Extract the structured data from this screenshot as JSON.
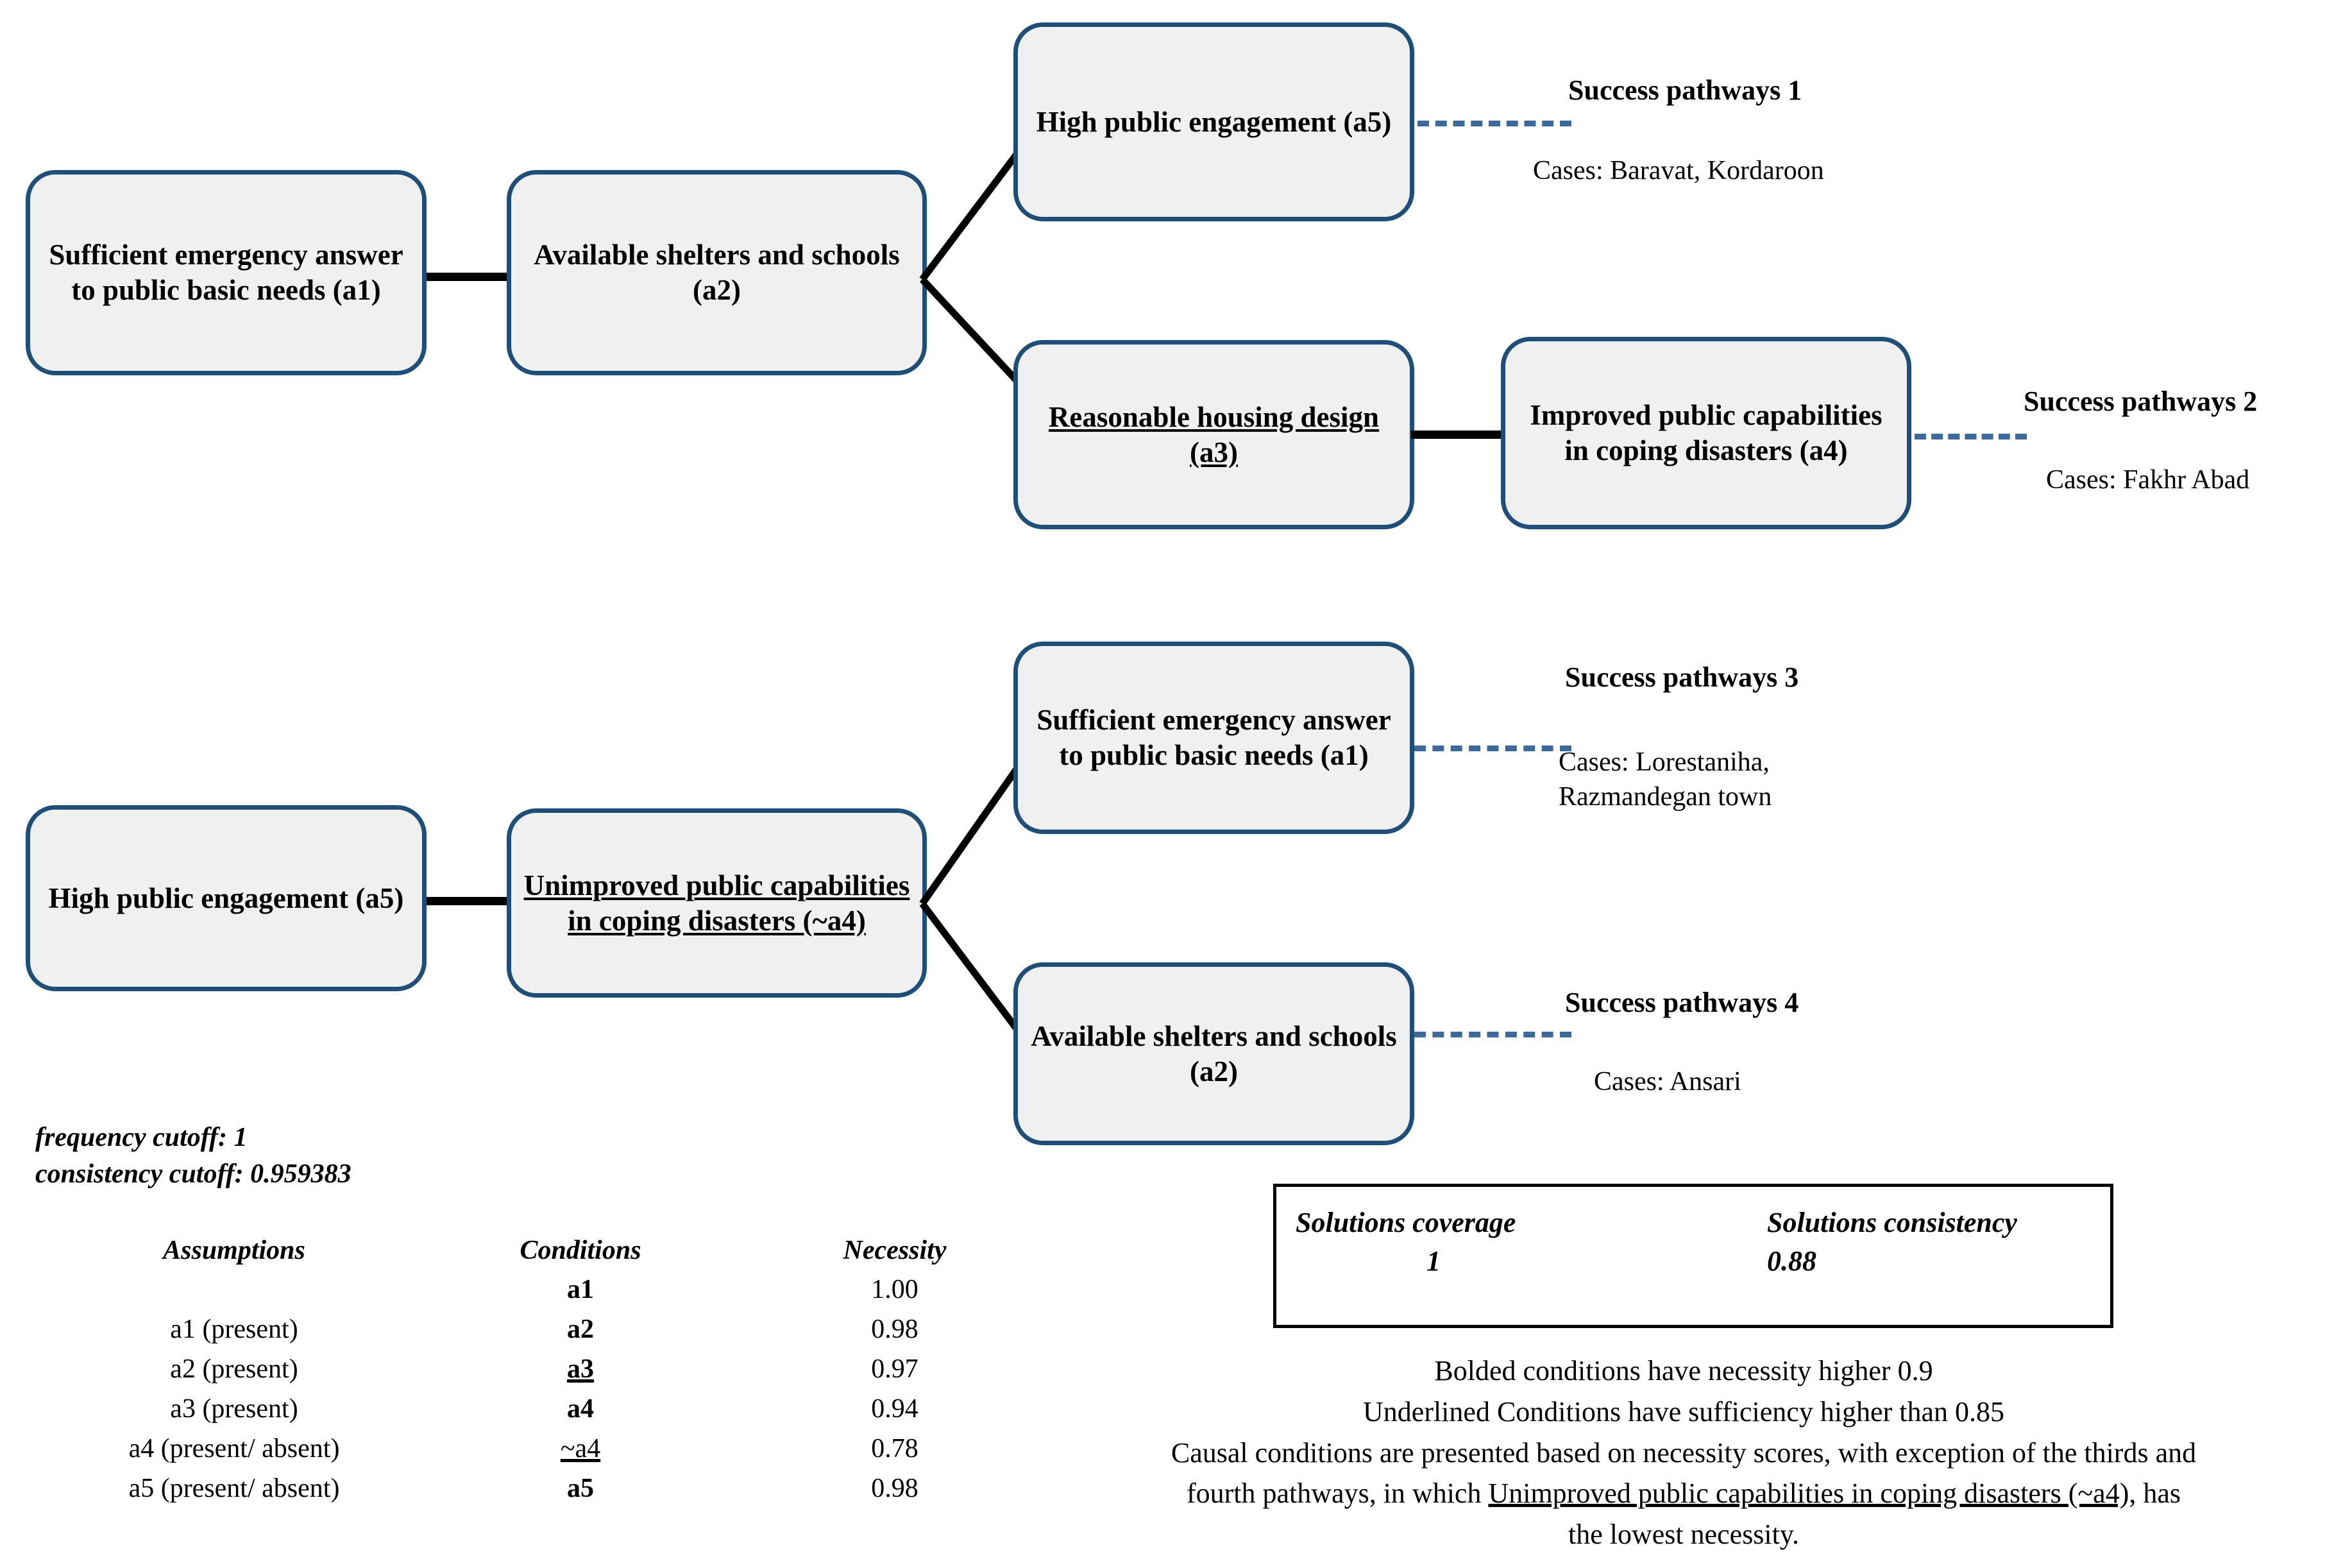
{
  "diagram": {
    "title": "QCA success pathways configuration diagram",
    "colors": {
      "node_border": "#1F4E79",
      "node_fill": "#F0F0F0",
      "connector": "#000000",
      "dashed_connector": "#3D6A9B"
    },
    "nodes": {
      "n1_a1": "Sufficient emergency answer to public basic needs (a1)",
      "n2_a2": "Available shelters and schools (a2)",
      "n3_a5": "High public engagement (a5)",
      "n4_a3": "Reasonable housing design (a3)",
      "n5_a4": "Improved public capabilities in coping disasters (a4)",
      "n6_a5": "High public engagement (a5)",
      "n7_na4": "Unimproved public capabilities in coping disasters (~a4)",
      "n8_a1": "Sufficient emergency answer to public basic needs (a1)",
      "n9_a2": "Available shelters and schools (a2)"
    },
    "pathways": [
      {
        "title": "Success pathways 1",
        "cases": "Cases: Baravat, Kordaroon"
      },
      {
        "title": "Success pathways 2",
        "cases": "Cases: Fakhr Abad"
      },
      {
        "title": "Success pathways 3",
        "cases": "Cases: Lorestaniha,\nRazmandegan town"
      },
      {
        "title": "Success pathways 4",
        "cases": "Cases: Ansari"
      }
    ]
  },
  "cutoffs": {
    "frequency": "frequency cutoff: 1",
    "consistency": "consistency cutoff: 0.959383"
  },
  "table": {
    "headers": {
      "assumptions": "Assumptions",
      "conditions": "Conditions",
      "necessity": "Necessity"
    },
    "assumptions": [
      "a1 (present)",
      "a2 (present)",
      "a3 (present)",
      "a4 (present/ absent)",
      "a5 (present/ absent)"
    ],
    "rows": [
      {
        "condition": "a1",
        "necessity": "1.00",
        "bold": true,
        "underline": false
      },
      {
        "condition": "a2",
        "necessity": "0.98",
        "bold": true,
        "underline": false
      },
      {
        "condition": "a3",
        "necessity": "0.97",
        "bold": true,
        "underline": true
      },
      {
        "condition": "a4",
        "necessity": "0.94",
        "bold": true,
        "underline": false
      },
      {
        "condition": "~a4",
        "necessity": "0.78",
        "bold": false,
        "underline": true
      },
      {
        "condition": "a5",
        "necessity": "0.98",
        "bold": true,
        "underline": false
      }
    ]
  },
  "solutions": {
    "coverage_label": "Solutions coverage",
    "coverage_value": "1",
    "consistency_label": "Solutions consistency",
    "consistency_value": "0.88"
  },
  "notes": {
    "line1": "Bolded conditions have necessity higher 0.9",
    "line2": "Underlined Conditions have sufficiency higher than 0.85",
    "line3_a": "Causal conditions are presented based on necessity scores, with exception of the thirds and",
    "line3_b": "fourth pathways, in which ",
    "line3_u": "Unimproved public capabilities in coping disasters (~a4),",
    "line3_c": " has",
    "line4": "the lowest necessity."
  }
}
